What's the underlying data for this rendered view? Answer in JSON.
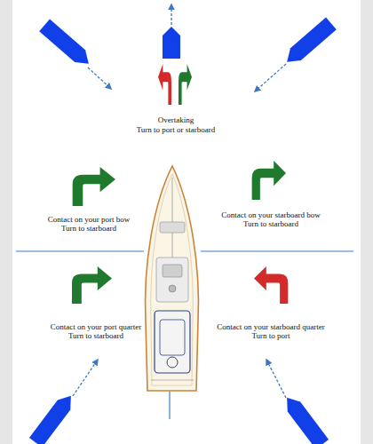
{
  "diagram": {
    "labels": [
      "Overtaking",
      "Turn to port or starboard",
      "Contact on your port bow",
      "Turn to starboard",
      "Contact on your starboard bow",
      "Turn to starboard",
      "Contact on your port quarter",
      "Turn to starboard",
      "Contact on your starboard quarter",
      "Turn to port"
    ]
  }
}
